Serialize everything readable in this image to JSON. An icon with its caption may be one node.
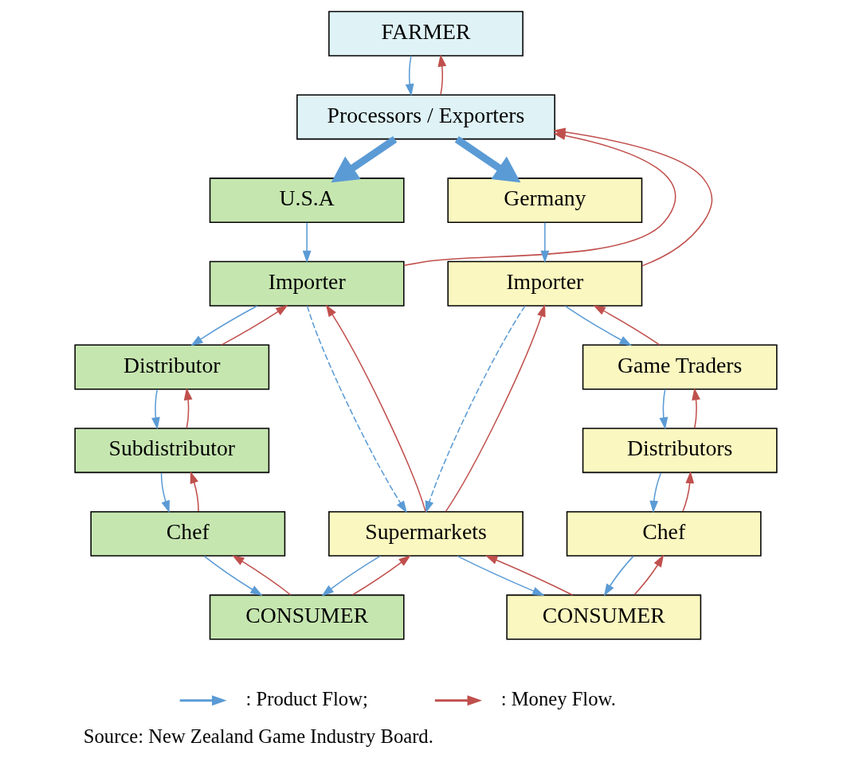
{
  "diagram": {
    "caption": "Source: New Zealand Game Industry Board.",
    "nodes": [
      {
        "text": [
          "FARMER"
        ]
      },
      {
        "text": [
          "Processors / Exporters"
        ]
      },
      {
        "text": [
          "U.S.A"
        ]
      },
      {
        "text": [
          "Importer"
        ]
      },
      {
        "text": [
          "Distributor"
        ]
      },
      {
        "text": [
          "Subdistributor"
        ]
      },
      {
        "text": [
          "Chef"
        ]
      },
      {
        "text": [
          "CONSUMER"
        ]
      },
      {
        "text": [
          "Germany"
        ]
      },
      {
        "text": [
          "Importer"
        ]
      },
      {
        "text": [
          "Game Traders"
        ]
      },
      {
        "text": [
          "Distributors"
        ]
      },
      {
        "text": [
          "Chef"
        ]
      },
      {
        "text": [
          "CONSUMER"
        ]
      },
      {
        "text": [
          "Supermarkets"
        ]
      }
    ],
    "edges": [
      {
        "from": 0,
        "to": 1,
        "arrow": "to"
      },
      {
        "from": 1,
        "to": 0,
        "arrow": "to",
        "color": "#c0504d"
      },
      {
        "from": 1,
        "to": 2,
        "arrow": "to",
        "style": "thick"
      },
      {
        "from": 1,
        "to": 8,
        "arrow": "to",
        "style": "thick"
      },
      {
        "from": 2,
        "to": 3,
        "arrow": "to"
      },
      {
        "from": 3,
        "to": 1,
        "arrow": "to",
        "color": "#c0504d"
      },
      {
        "from": 9,
        "to": 1,
        "arrow": "to",
        "color": "#c0504d"
      },
      {
        "from": 3,
        "to": 4,
        "arrow": "to"
      },
      {
        "from": 4,
        "to": 3,
        "arrow": "to",
        "color": "#c0504d"
      },
      {
        "from": 4,
        "to": 5,
        "arrow": "to"
      },
      {
        "from": 5,
        "to": 4,
        "arrow": "to",
        "color": "#c0504d"
      },
      {
        "from": 5,
        "to": 6,
        "arrow": "to"
      },
      {
        "from": 6,
        "to": 5,
        "arrow": "to",
        "color": "#c0504d"
      },
      {
        "from": 6,
        "to": 7,
        "arrow": "to"
      },
      {
        "from": 7,
        "to": 6,
        "arrow": "to",
        "color": "#c0504d"
      },
      {
        "from": 8,
        "to": 9,
        "arrow": "to"
      },
      {
        "from": 9,
        "to": 10,
        "arrow": "to"
      },
      {
        "from": 10,
        "to": 9,
        "arrow": "to",
        "color": "#c0504d"
      },
      {
        "from": 10,
        "to": 11,
        "arrow": "to"
      },
      {
        "from": 11,
        "to": 10,
        "arrow": "to",
        "color": "#c0504d"
      },
      {
        "from": 11,
        "to": 12,
        "arrow": "to"
      },
      {
        "from": 12,
        "to": 11,
        "arrow": "to",
        "color": "#c0504d"
      },
      {
        "from": 12,
        "to": 13,
        "arrow": "to"
      },
      {
        "from": 13,
        "to": 12,
        "arrow": "to",
        "color": "#c0504d"
      },
      {
        "from": 3,
        "to": 14,
        "arrow": "to",
        "style": "dashed"
      },
      {
        "from": 9,
        "to": 14,
        "arrow": "to",
        "style": "dashed"
      },
      {
        "from": 14,
        "to": 3,
        "arrow": "to",
        "color": "#c0504d"
      },
      {
        "from": 14,
        "to": 9,
        "arrow": "to",
        "color": "#c0504d"
      },
      {
        "from": 14,
        "to": 7,
        "arrow": "to"
      },
      {
        "from": 14,
        "to": 13,
        "arrow": "to"
      },
      {
        "from": 7,
        "to": 14,
        "arrow": "to",
        "color": "#c0504d"
      },
      {
        "from": 13,
        "to": 14,
        "arrow": "to",
        "color": "#c0504d"
      }
    ],
    "legend": [
      {
        "text": ": Product Flow;",
        "color": "#5b9bd5"
      },
      {
        "text": ": Money Flow.",
        "color": "#c0504d"
      }
    ]
  }
}
